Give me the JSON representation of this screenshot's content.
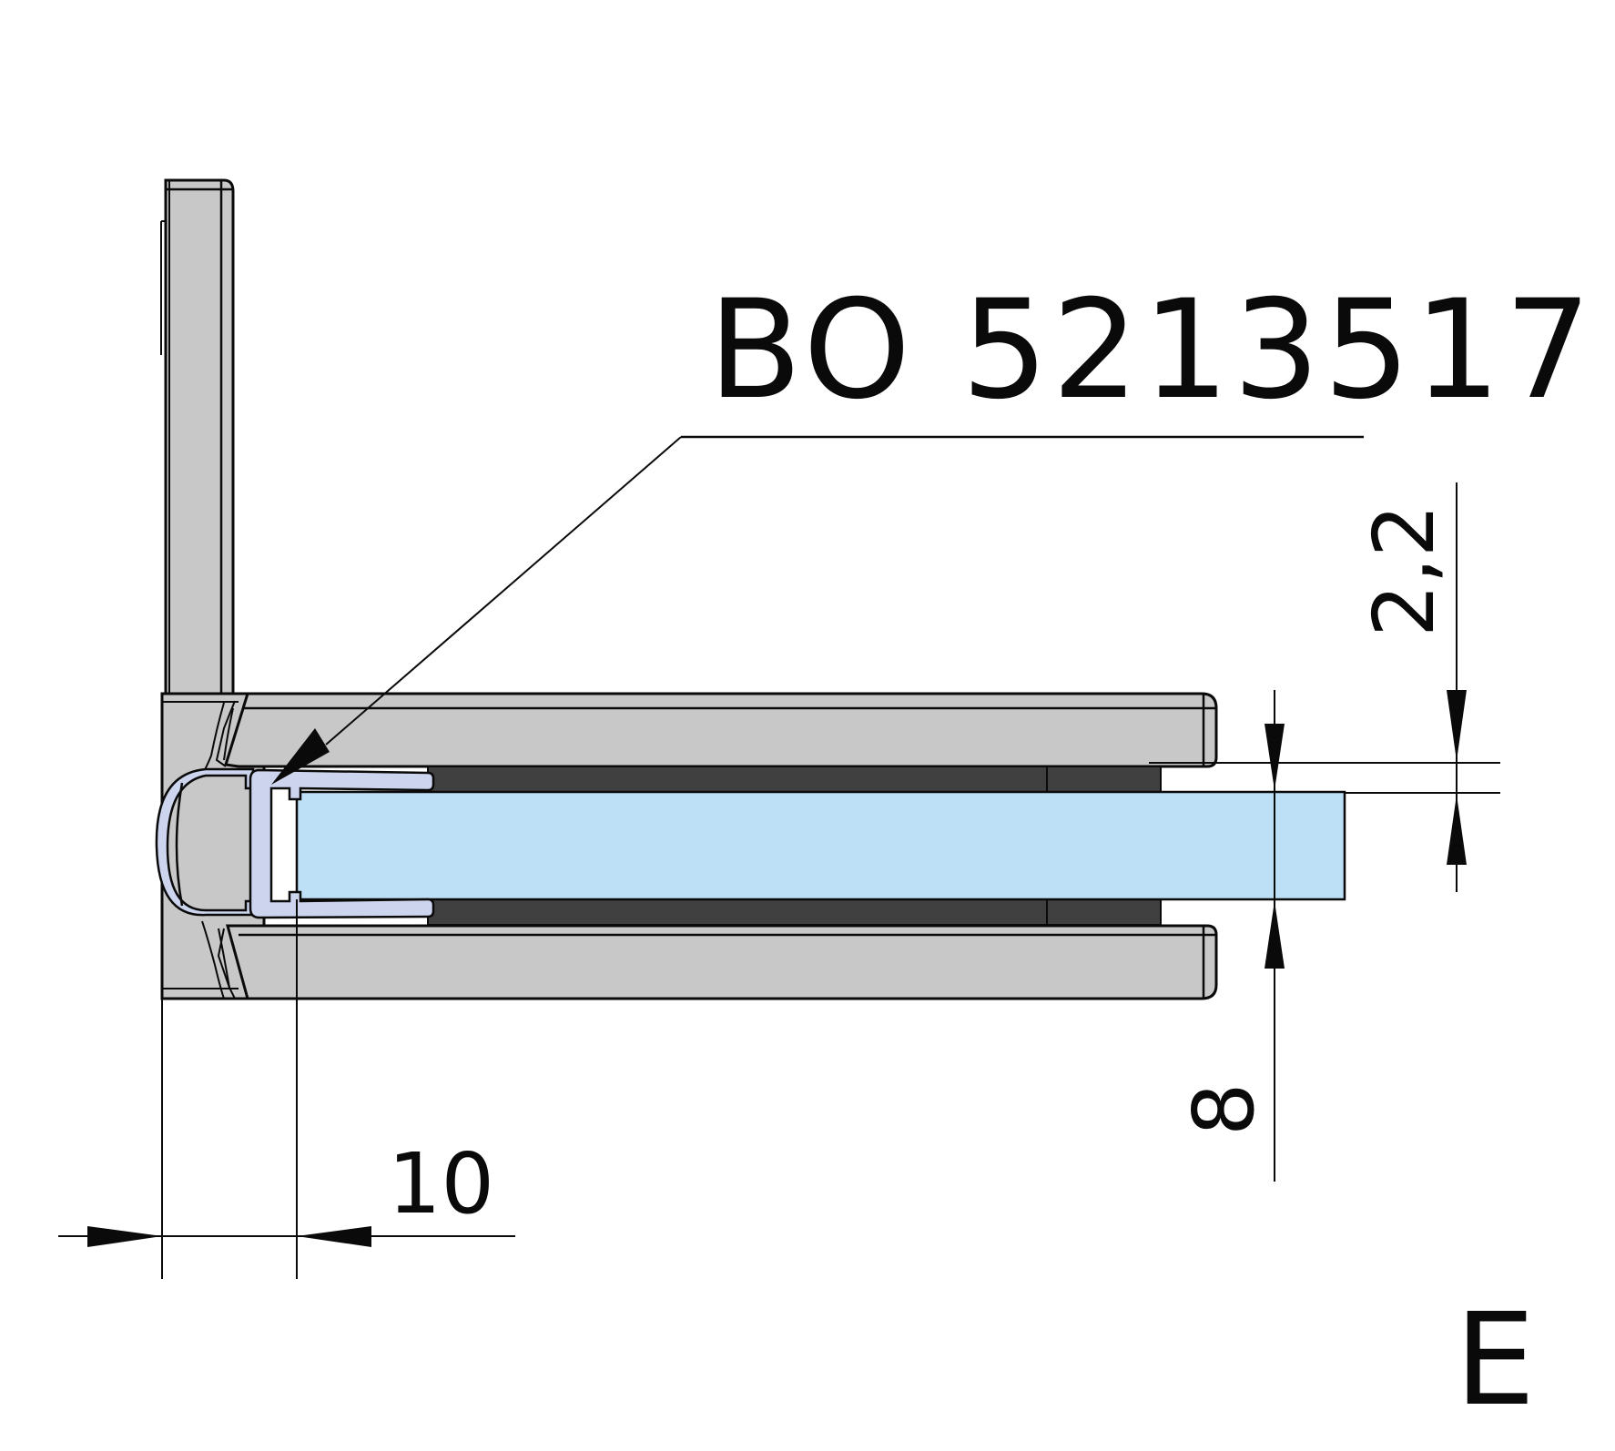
{
  "drawing": {
    "part_number_label": "BO 5213517",
    "view_letter": "E",
    "dimensions": {
      "seal_offset": "10",
      "glass_thickness": "8",
      "gap": "2,2"
    },
    "colors": {
      "metal_fill": "#c8c8c8",
      "glass_fill": "#bde0f6",
      "seal_fill": "#cdd5ee",
      "rubber_pad_fill": "#404040",
      "line": "#0a0a0a",
      "background": "#ffffff"
    },
    "components": [
      "vertical-plate",
      "upper-clamp-bar",
      "lower-clamp-bar",
      "base-block",
      "glass-panel",
      "rubber-pads",
      "seal-profile"
    ]
  }
}
